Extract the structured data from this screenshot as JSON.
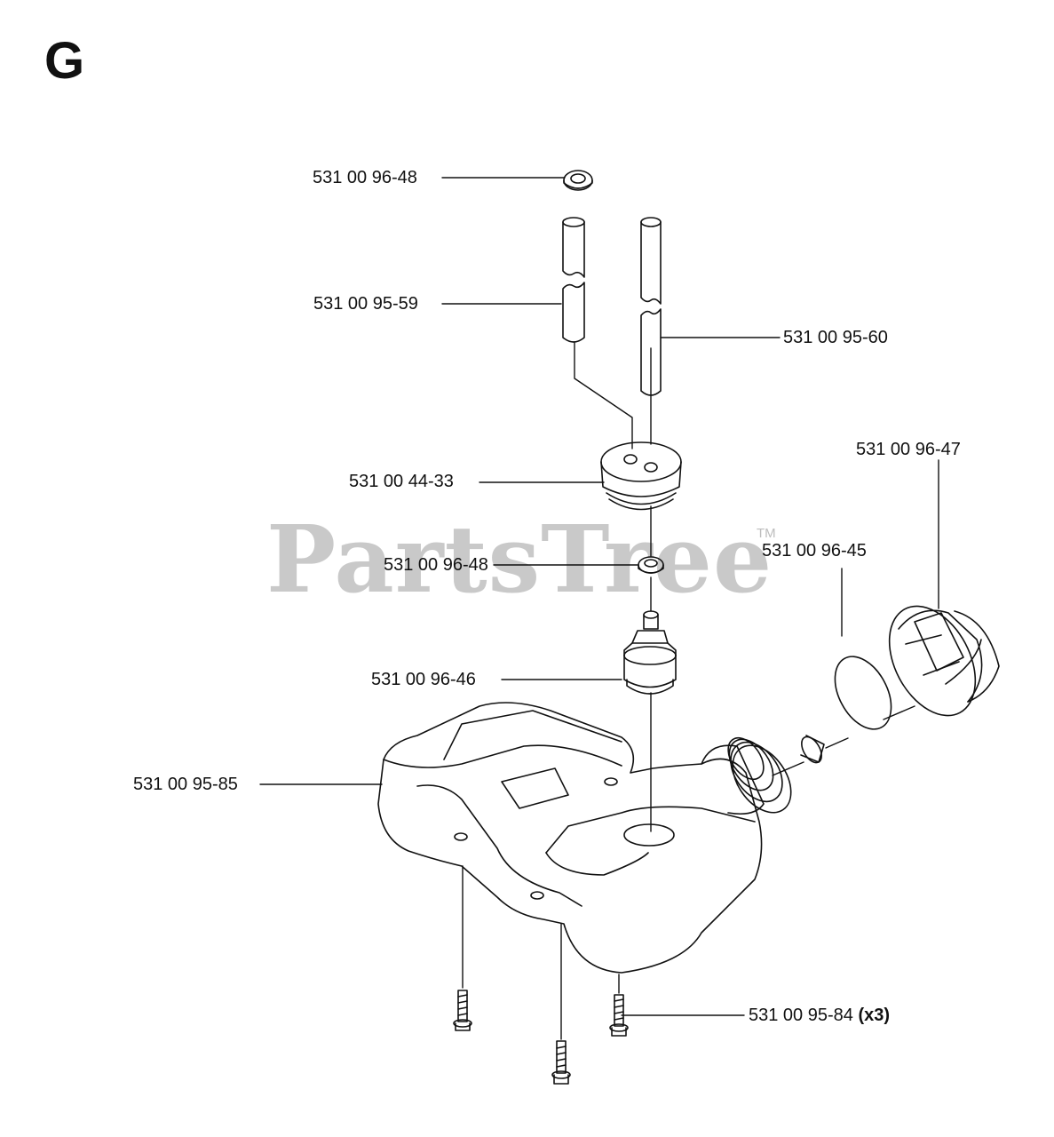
{
  "diagram": {
    "section_letter": "G",
    "watermark": "PartsTree",
    "watermark_tm": "TM",
    "callouts": {
      "washer_top": "531 00 96-48",
      "fuel_hose_left": "531 00 95-59",
      "fuel_hose_right": "531 00 95-60",
      "grommet": "531 00 44-33",
      "washer_mid": "531 00 96-48",
      "fuel_filter": "531 00 96-46",
      "fuel_tank": "531 00 95-85",
      "fuel_cap": "531 00 96-47",
      "cap_gasket": "531 00 96-45",
      "screw": "531 00 95-84",
      "screw_qty": "(x3)"
    }
  }
}
